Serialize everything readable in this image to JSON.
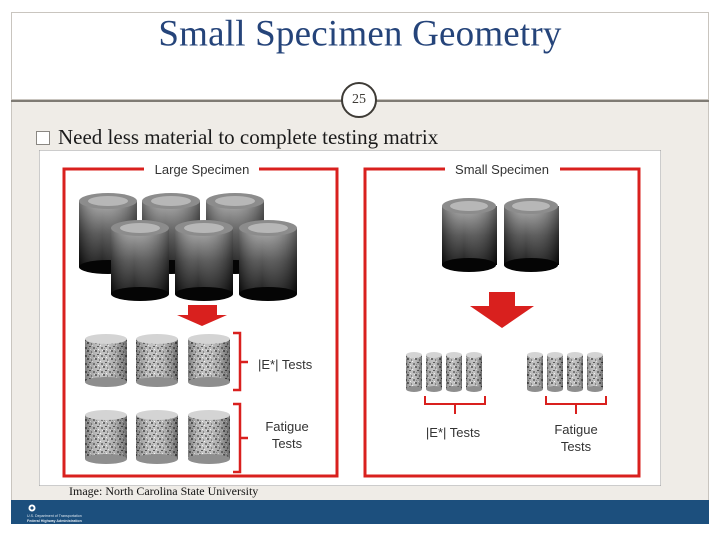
{
  "slide": {
    "title": "Small Specimen Geometry",
    "number": "25",
    "bullet": "Need less material to complete testing matrix",
    "credit": "Image: North Carolina State University"
  },
  "diagram": {
    "left_panel_label": "Large Specimen",
    "right_panel_label": "Small Specimen",
    "large_e_tests_label": "|E*| Tests",
    "large_fatigue_label_line1": "Fatigue",
    "large_fatigue_label_line2": "Tests",
    "small_e_tests_label": "|E*| Tests",
    "small_fatigue_label_line1": "Fatigue",
    "small_fatigue_label_line2": "Tests"
  },
  "footer": {
    "logo_line1": "U.S. Department of Transportation",
    "logo_line2": "Federal Highway Administration"
  },
  "colors": {
    "title": "#25447a",
    "panel_border": "#d9201e",
    "arrow": "#d9201e",
    "footer": "#1c4f7d",
    "background": "#efece7"
  },
  "icons": [
    "bullet-checkbox-icon",
    "down-arrow-icon",
    "dot-logo-icon"
  ]
}
